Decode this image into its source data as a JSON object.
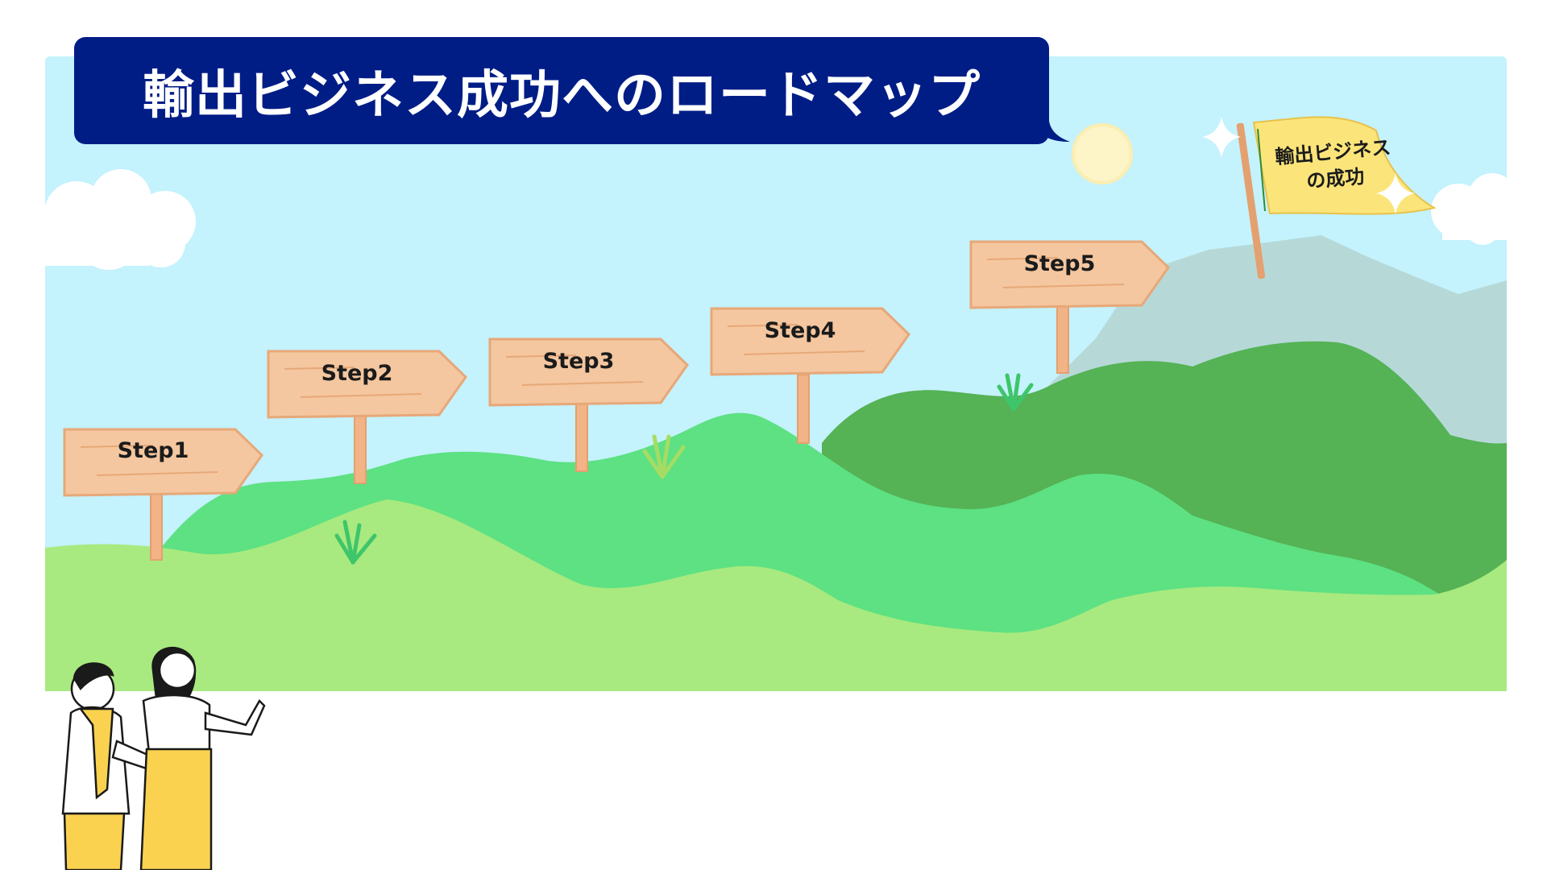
{
  "title": "輸出ビジネス成功へのロードマップ",
  "steps": [
    "Step1",
    "Step2",
    "Step3",
    "Step4",
    "Step5"
  ],
  "goal_flag": {
    "line1": "輸出ビジネス",
    "line2": "の成功"
  },
  "colors": {
    "banner": "#001d86",
    "sky": "#c4f2fd",
    "grass_light": "#a8ea7f",
    "grass_mid": "#5de182",
    "grass_dark": "#55b255",
    "mountain": "#b6d9d8",
    "sign": "#f4c7a0",
    "flag": "#fbe57a"
  },
  "icons": [
    "cloud-icon",
    "sun-icon",
    "sparkle-icon",
    "grass-tuft-icon",
    "flag-icon"
  ]
}
